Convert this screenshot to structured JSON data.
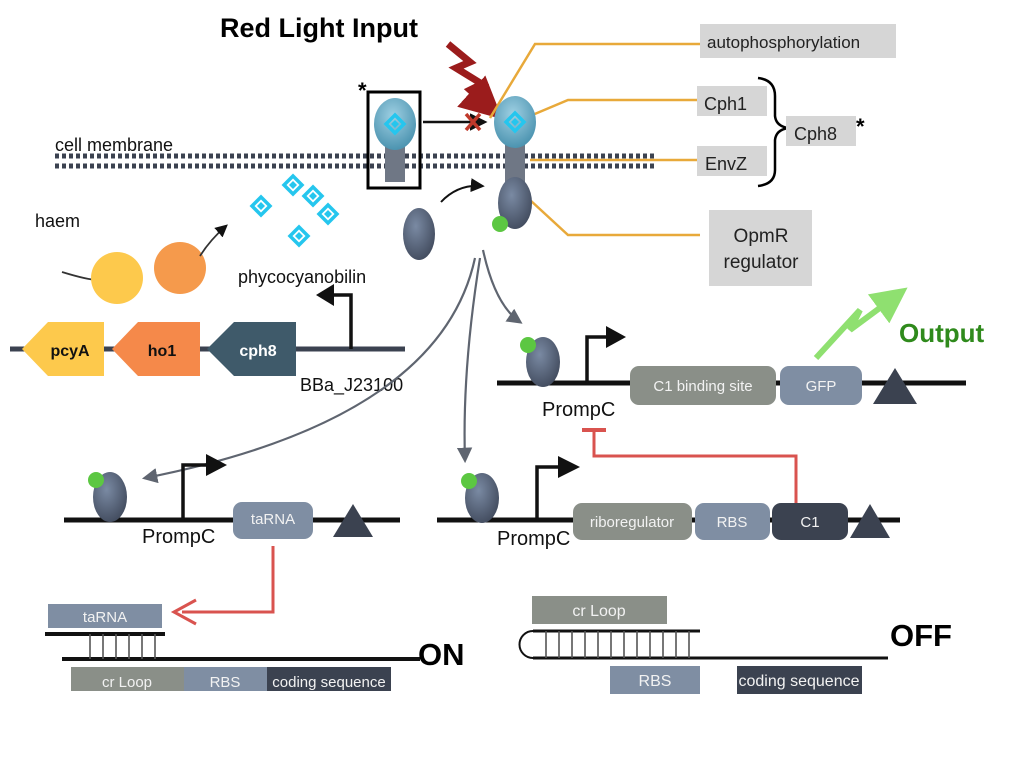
{
  "title": "Red Light Input",
  "labels": {
    "cell_membrane": "cell membrane",
    "haem": "haem",
    "phycocyanobilin": "phycocyanobilin",
    "promoter_constitutive": "BBa_J23100",
    "output": "Output",
    "on": "ON",
    "off": "OFF",
    "asterisk": "*"
  },
  "callouts": {
    "autophosphorylation": "autophosphorylation",
    "cph1": "Cph1",
    "envz": "EnvZ",
    "cph8": "Cph8",
    "opmr_line1": "OpmR",
    "opmr_line2": "regulator"
  },
  "genes": {
    "pcya": "pcyA",
    "ho1": "ho1",
    "cph8": "cph8"
  },
  "circuits": {
    "gfp": {
      "promoter": "PrompC",
      "site": "C1 binding site",
      "reporter": "GFP"
    },
    "taRNA": {
      "promoter": "PrompC",
      "rna": "taRNA"
    },
    "c1": {
      "promoter": "PrompC",
      "riboregulator": "riboregulator",
      "rbs": "RBS",
      "c1": "C1"
    }
  },
  "on_state": {
    "taRNA": "taRNA",
    "cr_loop": "cr Loop",
    "rbs": "RBS",
    "coding": "coding sequence"
  },
  "off_state": {
    "cr_loop": "cr Loop",
    "rbs": "RBS",
    "coding": "coding sequence"
  },
  "colors": {
    "orange_line": "#e8a93a",
    "dark_red": "#9b1c1c",
    "red_arrow": "#d9534f",
    "green": "#5cc742",
    "green_text": "#2f8a1c",
    "cyan": "#25c6ee",
    "gray_box": "#8a8f88",
    "blue_box": "#7f8ea3",
    "dark_box": "#3b4250",
    "callout_bg": "#d6d6d6"
  }
}
